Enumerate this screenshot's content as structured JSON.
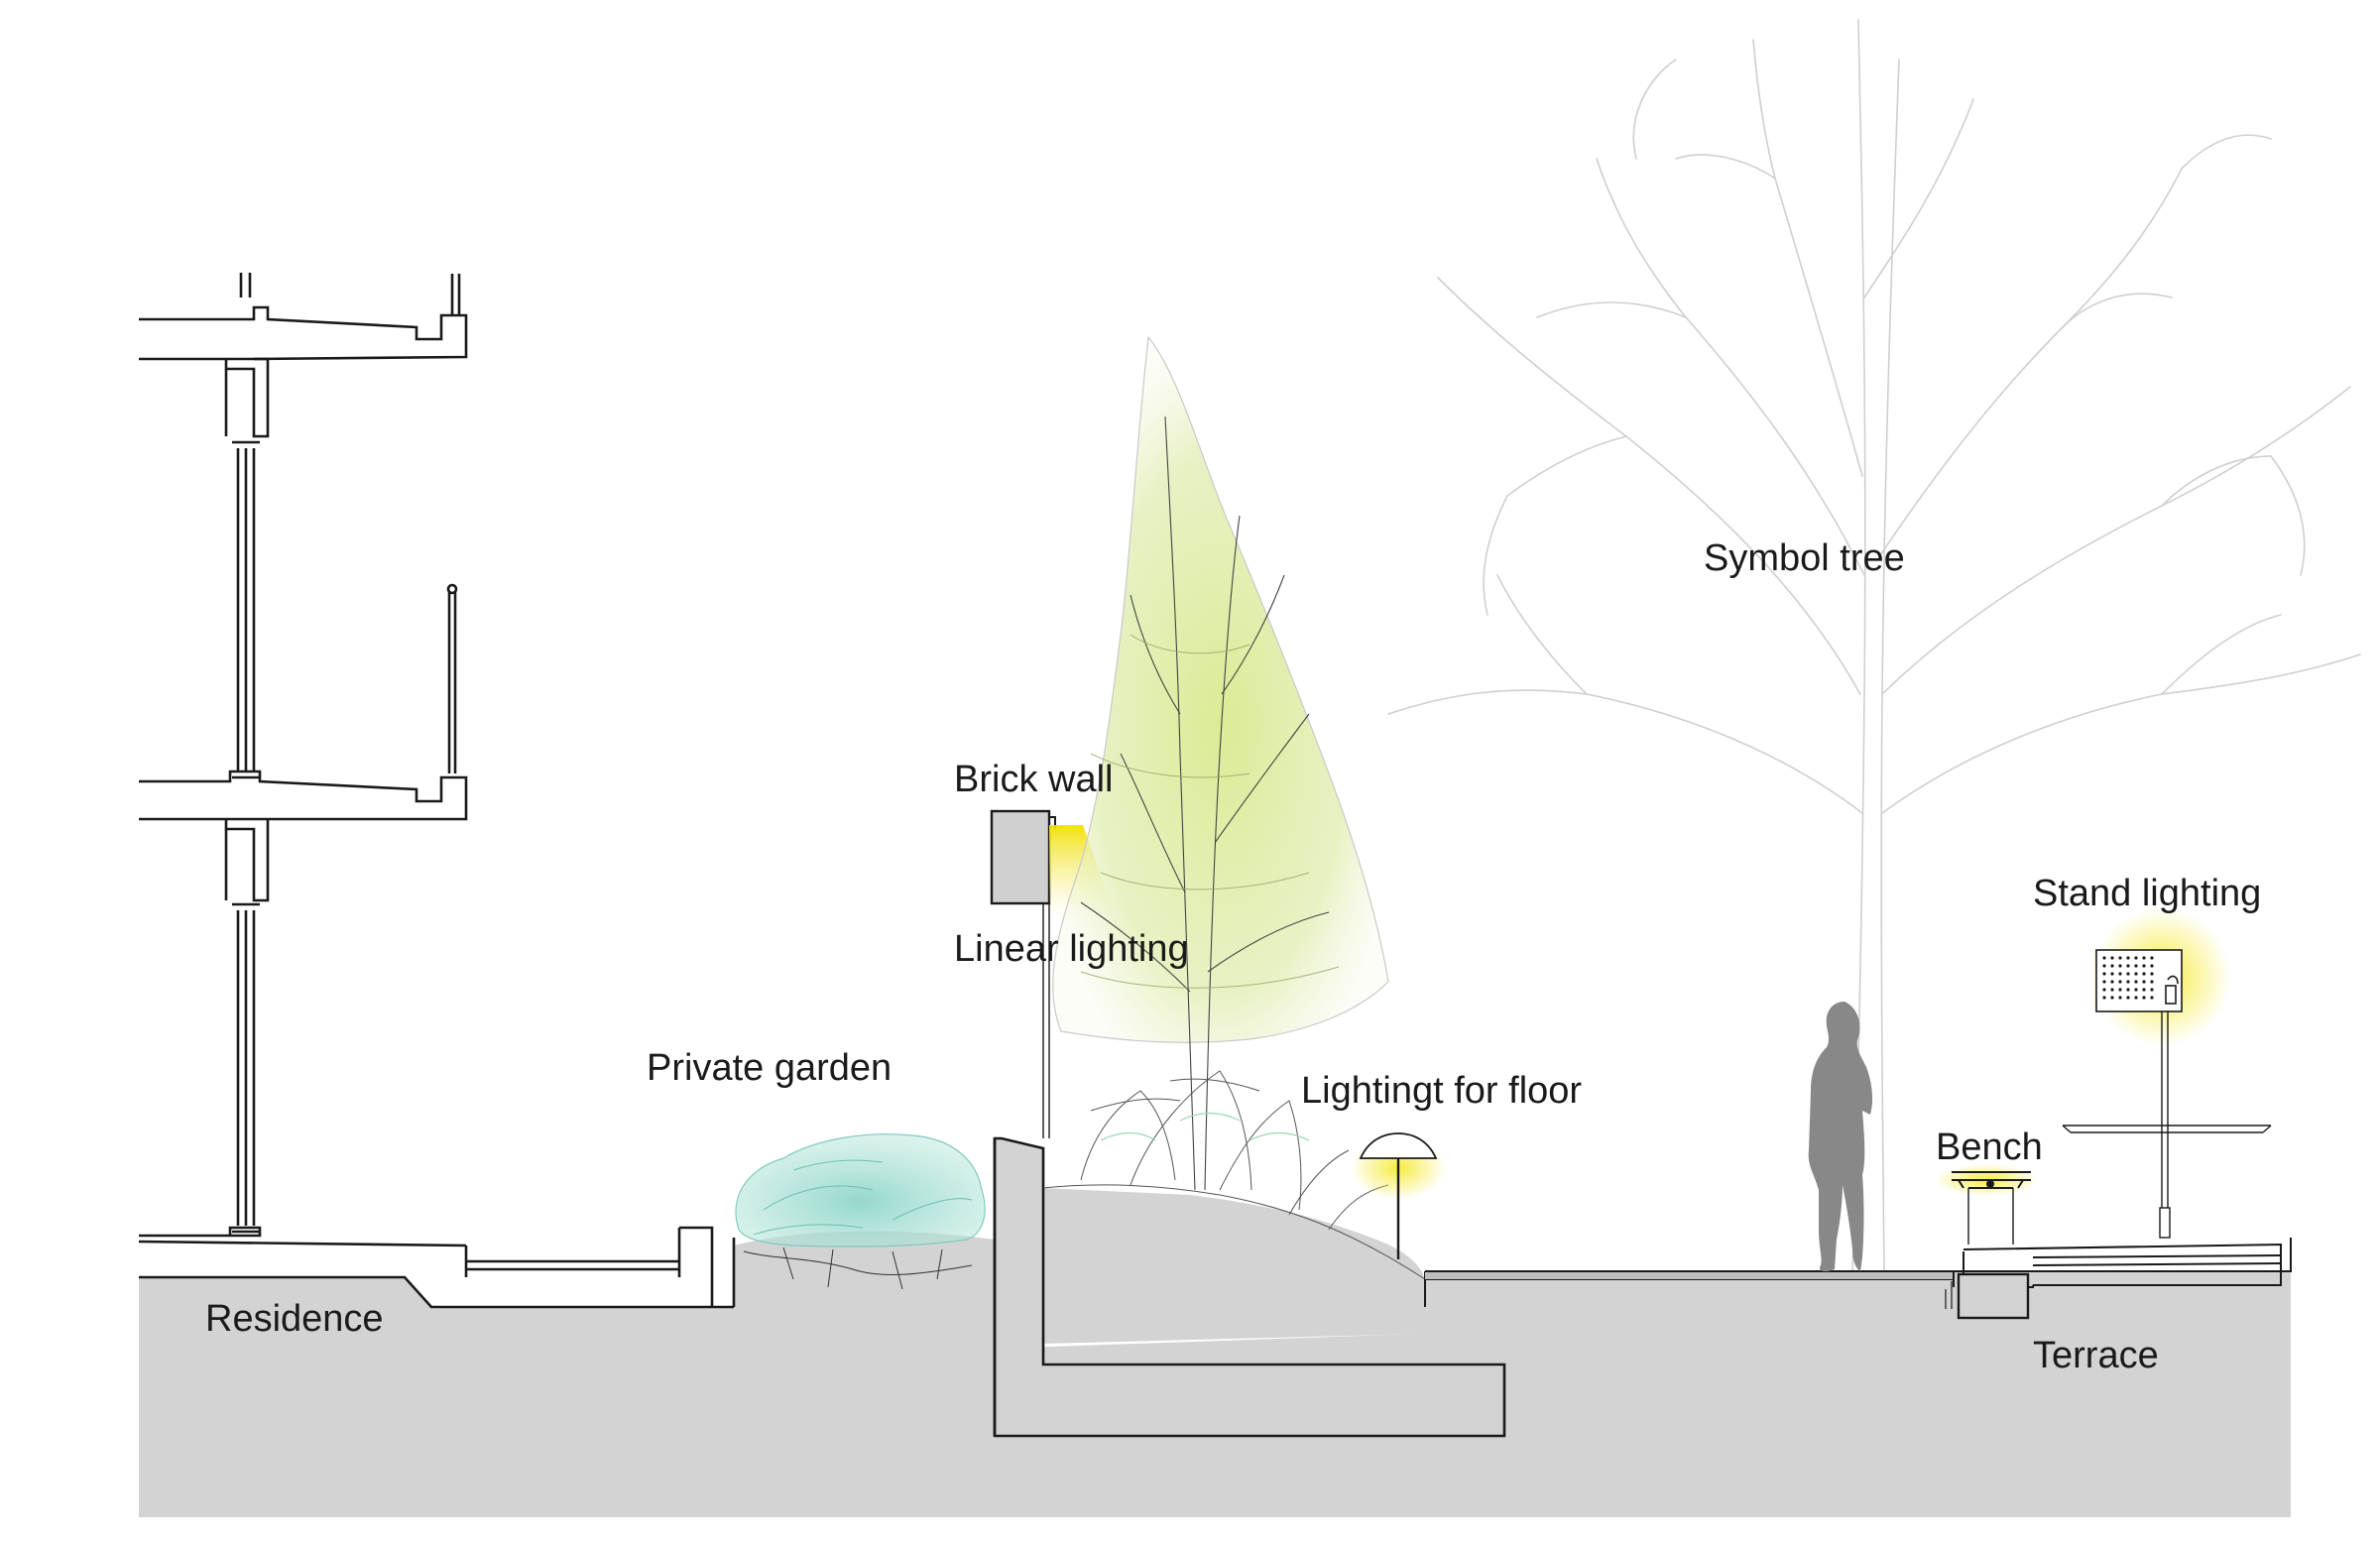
{
  "labels": {
    "symbol_tree": "Symbol tree",
    "brick_wall": "Brick wall",
    "linear_lighting": "Linear lighting",
    "stand_lighting": "Stand lighting",
    "private_garden": "Private garden",
    "lighting_for_floor": "Lightingt for floor",
    "bench": "Bench",
    "residence": "Residence",
    "terrace": "Terrace"
  },
  "colors": {
    "ground": "#d3d3d3",
    "line": "#1a1a1a",
    "wall_fill": "#d0d0d0",
    "shrub": "#9ad9cc",
    "tree_foliage": "#dbe9a6",
    "light_glow": "#f5ea2a",
    "person": "#888888",
    "symbol_tree_line": "#cfcfcf"
  }
}
